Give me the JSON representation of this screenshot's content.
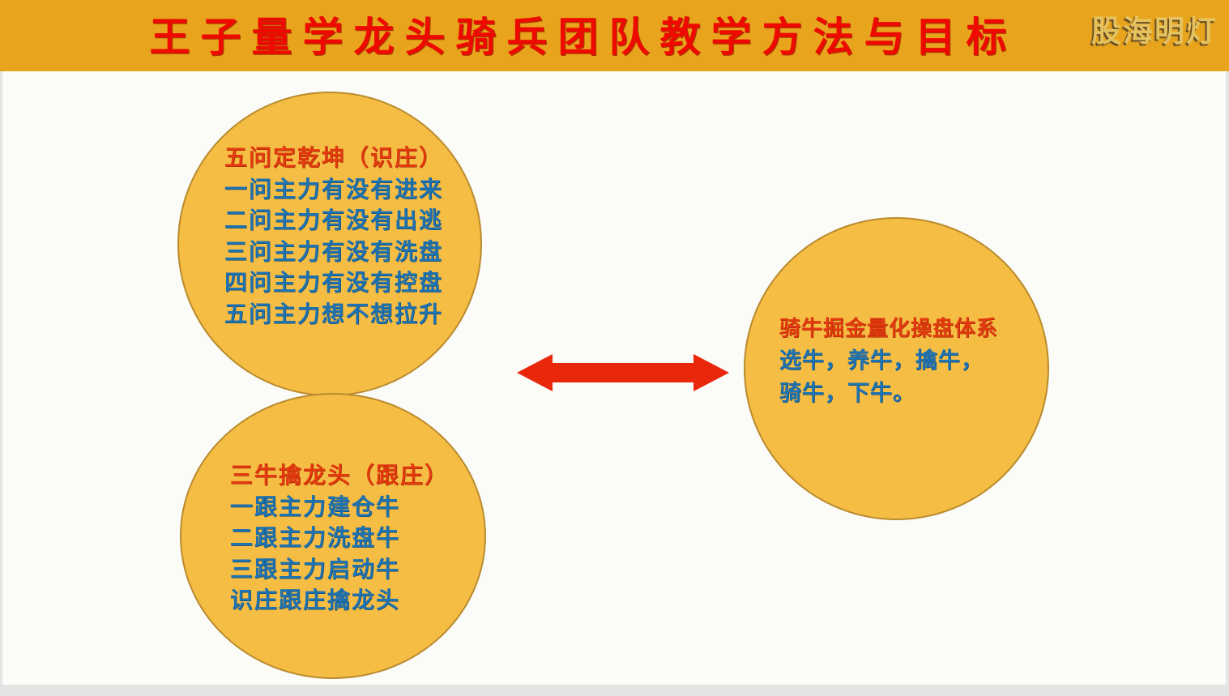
{
  "page": {
    "title": "王子量学龙头骑兵团队教学方法与目标",
    "watermark": "股海明灯"
  },
  "colors": {
    "banner_orange": "#e8a41c",
    "title_red": "#ee0a00",
    "watermark_gold": "#e5c25e",
    "background": "#fbfbf8",
    "edge_gray": "#e4e4e4",
    "circle_fill": "#f5bd44",
    "circle_border": "#b98b2e",
    "heading_red": "#e23a0e",
    "body_blue": "#1f72b0",
    "arrow_red": "#e8270b"
  },
  "diagram": {
    "top_left_circle": {
      "heading": "五问定乾坤（识庄）",
      "lines": [
        "一问主力有没有进来",
        "二问主力有没有出逃",
        "三问主力有没有洗盘",
        "四问主力有没有控盘",
        "五问主力想不想拉升"
      ]
    },
    "bottom_left_circle": {
      "heading": "三牛擒龙头（跟庄）",
      "lines": [
        "一跟主力建仓牛",
        "二跟主力洗盘牛",
        "三跟主力启动牛",
        "识庄跟庄擒龙头"
      ]
    },
    "right_circle": {
      "heading": "骑牛掘金量化操盘体系",
      "lines": [
        "选牛，养牛，擒牛，",
        "骑牛，下牛。"
      ]
    },
    "arrow": {
      "type": "double-headed-horizontal",
      "color": "#e8270b"
    }
  }
}
